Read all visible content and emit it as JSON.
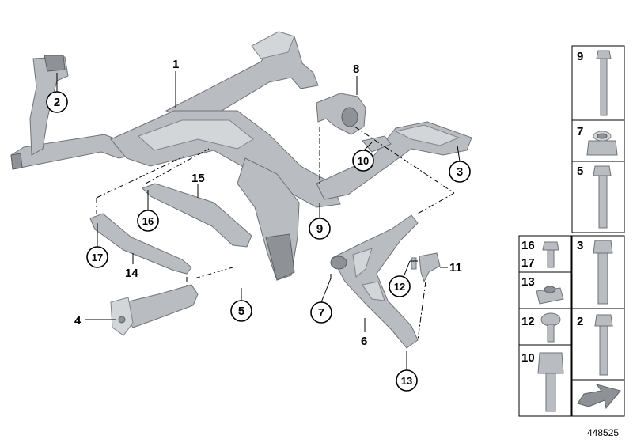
{
  "diagram": {
    "callouts": {
      "c1": "1",
      "c2": "2",
      "c3": "3",
      "c4": "4",
      "c5": "5",
      "c6": "6",
      "c7": "7",
      "c8": "8",
      "c9": "9",
      "c10": "10",
      "c11": "11",
      "c12": "12",
      "c13": "13",
      "c14": "14",
      "c15": "15",
      "c16": "16",
      "c17": "17"
    },
    "parts_panel": {
      "cell_9": "9",
      "cell_7": "7",
      "cell_5": "5",
      "cell_16": "16",
      "cell_17": "17",
      "cell_13": "13",
      "cell_12": "12",
      "cell_10": "10",
      "cell_3": "3",
      "cell_2": "2"
    },
    "doc_number": "448525"
  }
}
